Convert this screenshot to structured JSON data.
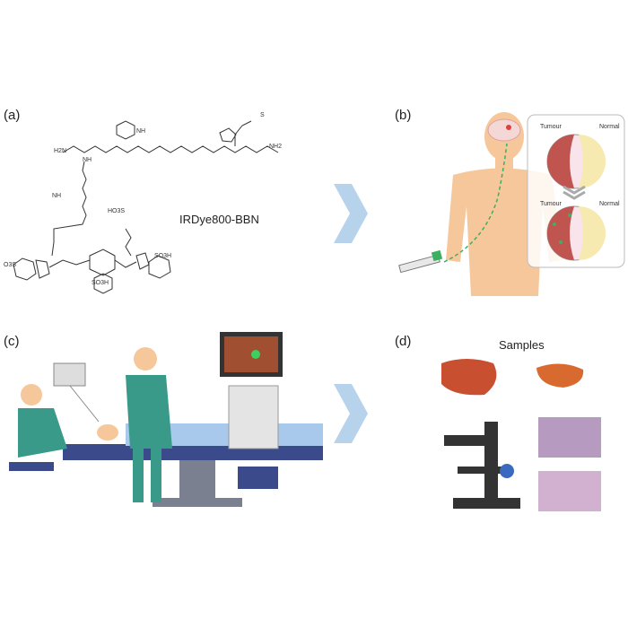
{
  "panels": {
    "a": {
      "label": "(a)",
      "compound_name": "IRDye800-BBN",
      "groups": [
        "H2N",
        "NH",
        "NH",
        "NH",
        "NH2",
        "HO3S",
        "SO3H",
        "SO3H",
        "O3S",
        "S"
      ]
    },
    "b": {
      "label": "(b)",
      "tumour_label": "Tumour",
      "normal_label": "Normal",
      "tumour_label_2": "Tumour",
      "normal_label_2": "Normal"
    },
    "c": {
      "label": "(c)"
    },
    "d": {
      "label": "(d)",
      "samples_title": "Samples"
    }
  },
  "colors": {
    "arrow": "#b7d3ec",
    "skin": "#f6c79b",
    "scrubs": "#3a9a8a",
    "tumour": "#c0544f",
    "normal": "#f7eab0",
    "histology": "#b79ac0"
  }
}
